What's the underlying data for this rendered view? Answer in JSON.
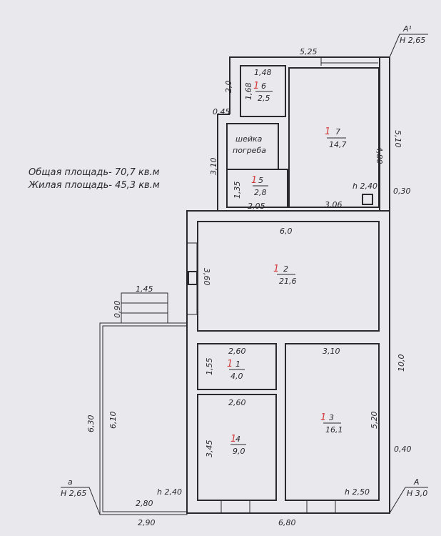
{
  "summary": {
    "total_area": "Общая площадь- 70,7 кв.м",
    "living_area": "Жилая площадь- 45,3 кв.м"
  },
  "markers": {
    "a1_label": "А¹",
    "a1_height": "Н 2,65",
    "a_small_label": "а",
    "a_small_height": "Н 2,65",
    "a_label": "А",
    "a_height": "Н 3,0"
  },
  "rooms": [
    {
      "number": "1",
      "area": "4,0"
    },
    {
      "number": "2",
      "area": "21,6"
    },
    {
      "number": "3",
      "area": "16,1"
    },
    {
      "number": "4",
      "area": "9,0"
    },
    {
      "number": "5",
      "area": "2,8"
    },
    {
      "number": "6",
      "area": "2,5"
    },
    {
      "number": "7",
      "area": "14,7"
    }
  ],
  "cellar_neck": {
    "line1": "шейка",
    "line2": "погреба"
  },
  "dimensions": {
    "top_525": "5,25",
    "d_148": "1,48",
    "d_168": "1,68",
    "d_20": "2,0",
    "d_045": "0,45",
    "d_310": "3,10",
    "d_135": "1,35",
    "d_205": "2,05",
    "d_306": "3,06",
    "d_480": "4,80",
    "d_510": "5,10",
    "d_030": "0,30",
    "h_240_top": "h 2,40",
    "d_60": "6,0",
    "d_360": "3,60",
    "d_145": "1,45",
    "d_090": "0,90",
    "d_260_a": "2,60",
    "d_155": "1,55",
    "d_260_b": "2,60",
    "d_310_b": "3,10",
    "d_100": "10,0",
    "d_520": "5,20",
    "d_345": "3,45",
    "d_040": "0,40",
    "d_630": "6,30",
    "d_610": "6,10",
    "h_240": "h 2,40",
    "d_280": "2,80",
    "d_290": "2,90",
    "h_250": "h 2,50",
    "d_680": "6,80"
  }
}
